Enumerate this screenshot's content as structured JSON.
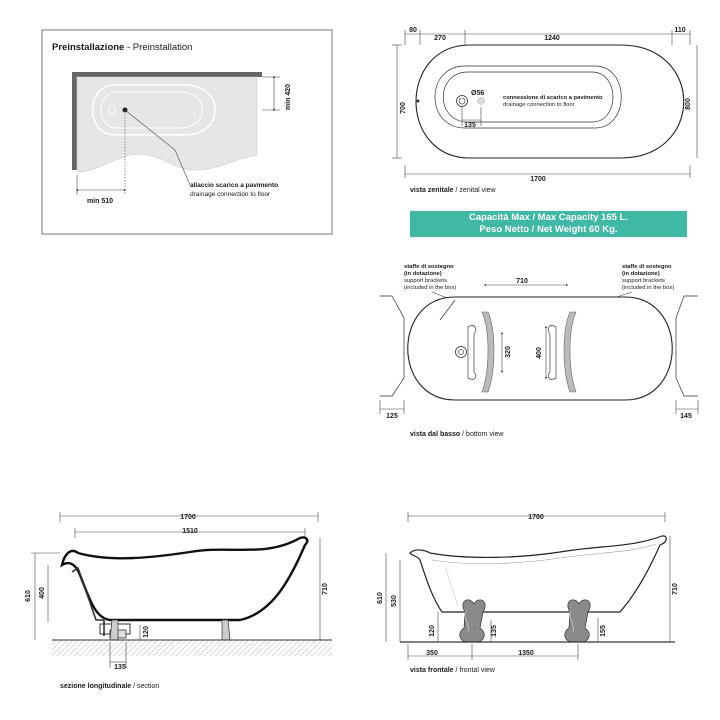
{
  "preinstall": {
    "title_bold": "Preinstallazione",
    "title_sep": " - ",
    "title_en": "Preinstallation",
    "min_420": "min 420",
    "min_510": "min 510",
    "drain_it": "allaccio scarico a pavimento",
    "drain_en": "drainage connection to floor"
  },
  "top_view": {
    "d80": "80",
    "d270": "270",
    "d1240": "1240",
    "d110": "110",
    "d700": "700",
    "d800": "800",
    "d1700": "1700",
    "d56": "Ø56",
    "d135": "135",
    "conn_it": "connessione di scarico a pavimento",
    "conn_en": "drainage connection to floor",
    "caption_it": "vista zenitale",
    "caption_sep": " / ",
    "caption_en": "zenital view"
  },
  "capacity": {
    "line1_label": "Capacità Max / Max Capacity",
    "line1_value": "165 L.",
    "line2_label": "Peso Netto / Net Weight",
    "line2_value": "60 Kg."
  },
  "bottom_view": {
    "brk_l1": "staffe di sostegno",
    "brk_l2": "(in dotazione)",
    "brk_l3": "support brackets",
    "brk_l4": "(included in the box)",
    "d710": "710",
    "d320": "320",
    "d400": "400",
    "d125": "125",
    "d145": "145",
    "caption_it": "vista dal basso",
    "caption_sep": " / ",
    "caption_en": "bottom view"
  },
  "section_view": {
    "d1700": "1700",
    "d1510": "1510",
    "d400": "400",
    "d610": "610",
    "d710": "710",
    "d120": "120",
    "d135": "135",
    "caption_it": "sezione longitudinale",
    "caption_sep": " / ",
    "caption_en": "section"
  },
  "front_view": {
    "d1700": "1700",
    "d610": "610",
    "d530": "530",
    "d710": "710",
    "d120": "120",
    "d135": "135",
    "d155": "155",
    "d350": "350",
    "d1350": "1350",
    "caption_it": "vista frontale",
    "caption_sep": " / ",
    "caption_en": "frontal view"
  },
  "colors": {
    "accent": "#3fb8a5",
    "panel_fill": "#e6e6e6",
    "wall": "#666666"
  }
}
